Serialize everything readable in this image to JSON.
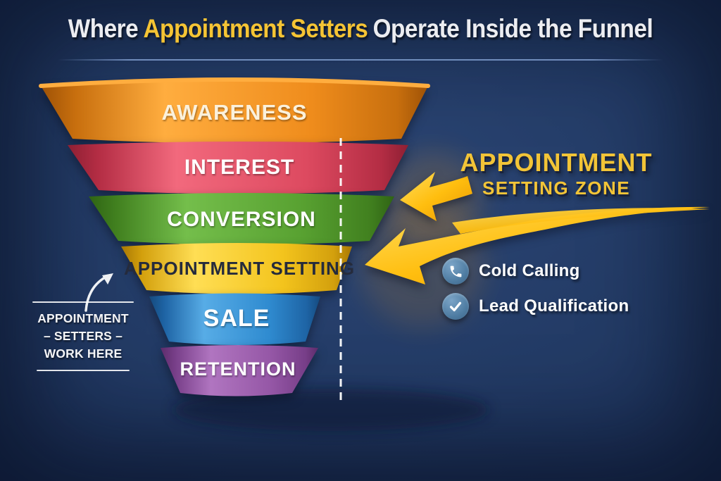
{
  "title": {
    "part1": "Where",
    "highlight": "Appointment Setters",
    "part2": "Operate Inside the Funnel",
    "highlight_color": "#F5C434"
  },
  "funnel": {
    "dash_color": "#FFFFFF",
    "levels": [
      {
        "label": "AWARENESS",
        "color_deep": "#9E5206",
        "color_dark": "#C86F0E",
        "color_main": "#EF8C1C",
        "color_light": "#FFAD3F",
        "text_color": "#FBF1DC"
      },
      {
        "label": "INTEREST",
        "color_deep": "#8E1F33",
        "color_dark": "#B42D44",
        "color_main": "#DD4A60",
        "color_light": "#F2697D",
        "text_color": "#FFFFFF"
      },
      {
        "label": "CONVERSION",
        "color_deep": "#2F6414",
        "color_dark": "#41801F",
        "color_main": "#58A131",
        "color_light": "#74BE4B",
        "text_color": "#FFFFFF"
      },
      {
        "label": "APPOINTMENT SETTING",
        "color_deep": "#A87804",
        "color_dark": "#D3A00D",
        "color_main": "#F3C41D",
        "color_light": "#FFDE54",
        "text_color": "#252B3C"
      },
      {
        "label": "SALE",
        "color_deep": "#154A7E",
        "color_dark": "#1E64A5",
        "color_main": "#2F8BD0",
        "color_light": "#57ACE6",
        "text_color": "#FFFFFF"
      },
      {
        "label": "RETENTION",
        "color_deep": "#5D2C6B",
        "color_dark": "#773E88",
        "color_main": "#9557A6",
        "color_light": "#B075C0",
        "text_color": "#FFFFFF"
      }
    ]
  },
  "zone": {
    "line1": "APPOINTMENT",
    "line2": "SETTING ZONE",
    "color": "#F2C437"
  },
  "arrows": {
    "color_light": "#FFDD5E",
    "color_main": "#FFBE0F",
    "color_dark": "#E79500"
  },
  "features": [
    {
      "icon": "phone-icon",
      "label": "Cold Calling"
    },
    {
      "icon": "check-icon",
      "label": "Lead Qualification"
    }
  ],
  "callout": {
    "line1": "APPOINTMENT",
    "line2": "– SETTERS –",
    "line3": "WORK HERE"
  }
}
